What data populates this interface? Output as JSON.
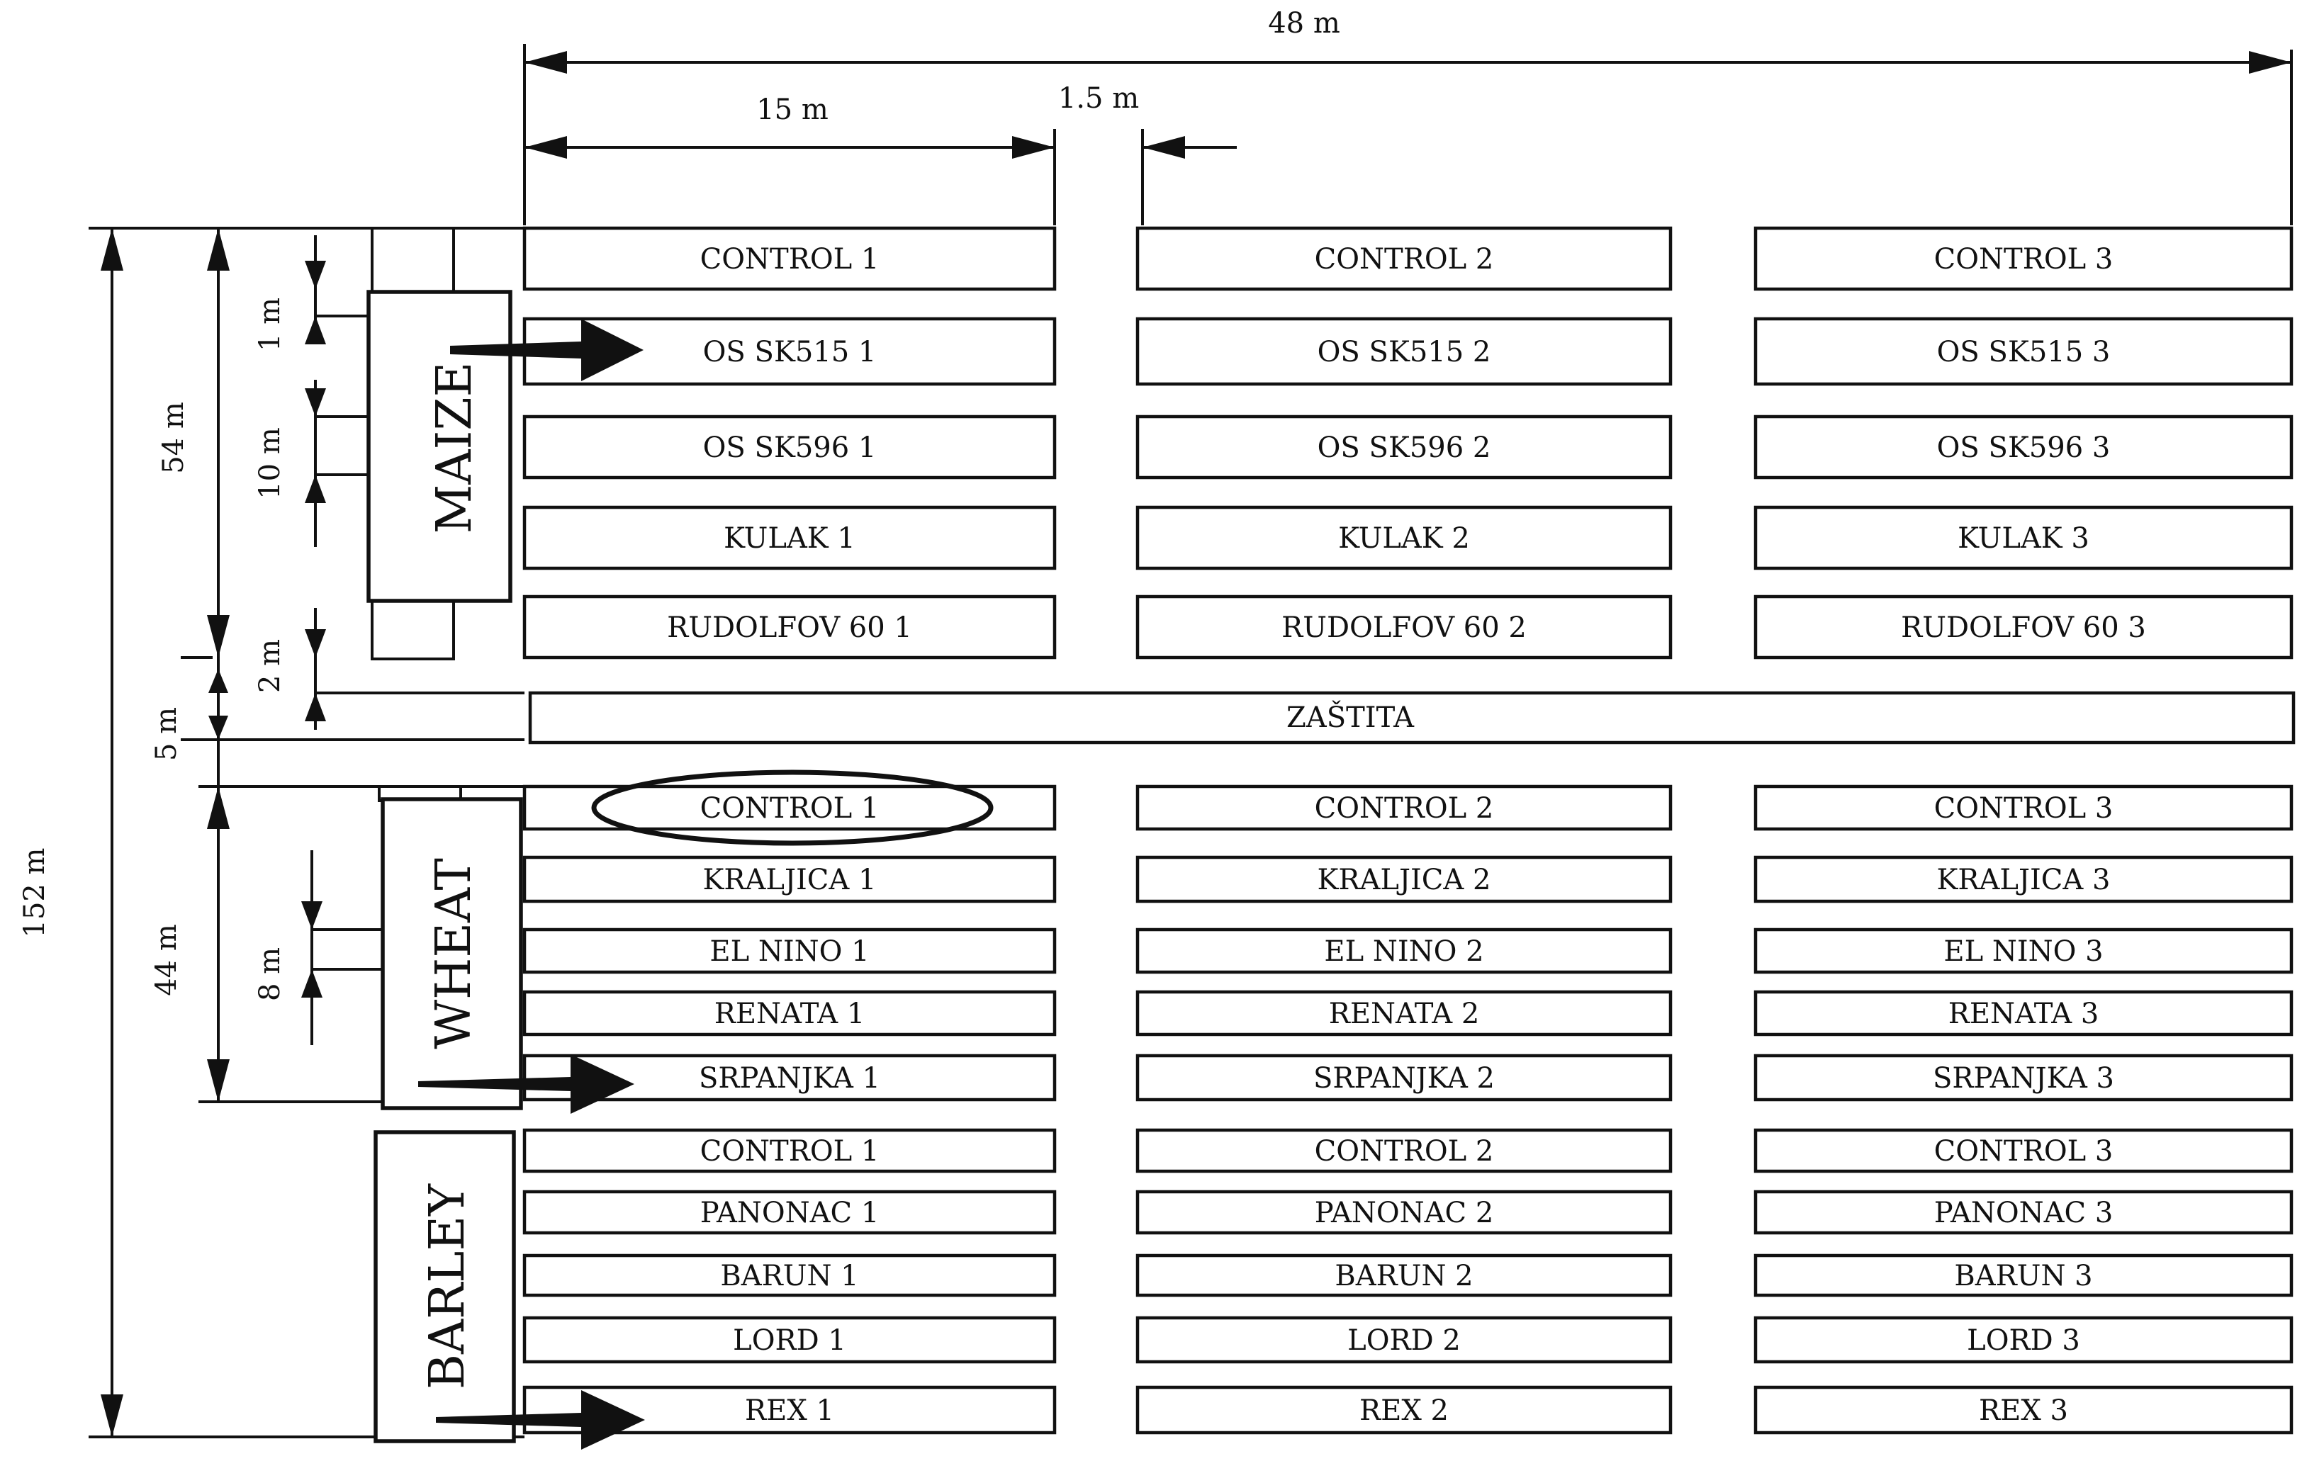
{
  "dimensions": {
    "total_width": "48 m",
    "plot_width": "15 m",
    "column_gap": "1.5 m",
    "total_length": "152 m",
    "maize_block": "54 m",
    "plot_gap": "1 m",
    "plot_length": "10 m",
    "border_gap": "2 m",
    "buffer_strip": "5 m",
    "wheat_block": "44 m",
    "wheat_plot_length": "8 m"
  },
  "crops": {
    "maize": "MAIZE",
    "wheat": "WHEAT",
    "barley": "BARLEY"
  },
  "buffer_label": "ZAŠTITA",
  "maize_plots": [
    [
      "CONTROL 1",
      "CONTROL 2",
      "CONTROL 3"
    ],
    [
      "OS SK515 1",
      "OS SK515 2",
      "OS SK515 3"
    ],
    [
      "OS SK596 1",
      "OS SK596 2",
      "OS SK596 3"
    ],
    [
      "KULAK 1",
      "KULAK 2",
      "KULAK 3"
    ],
    [
      "RUDOLFOV 60 1",
      "RUDOLFOV 60 2",
      "RUDOLFOV 60 3"
    ]
  ],
  "wheat_plots": [
    [
      "CONTROL 1",
      "CONTROL 2",
      "CONTROL 3"
    ],
    [
      "KRALJICA 1",
      "KRALJICA 2",
      "KRALJICA 3"
    ],
    [
      "EL NINO 1",
      "EL NINO 2",
      "EL NINO 3"
    ],
    [
      "RENATA 1",
      "RENATA 2",
      "RENATA 3"
    ],
    [
      "SRPANJKA 1",
      "SRPANJKA 2",
      "SRPANJKA 3"
    ]
  ],
  "barley_plots": [
    [
      "CONTROL 1",
      "CONTROL 2",
      "CONTROL 3"
    ],
    [
      "PANONAC 1",
      "PANONAC 2",
      "PANONAC 3"
    ],
    [
      "BARUN 1",
      "BARUN 2",
      "BARUN 3"
    ],
    [
      "LORD 1",
      "LORD 2",
      "LORD 3"
    ],
    [
      "REX 1",
      "REX 2",
      "REX 3"
    ]
  ]
}
